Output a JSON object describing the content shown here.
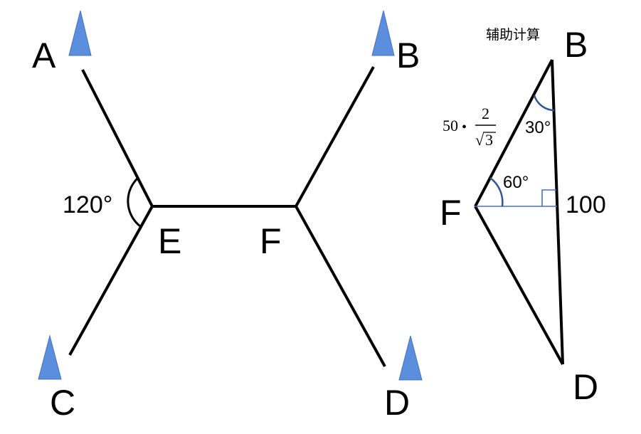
{
  "colors": {
    "line": "#000000",
    "marker": "#5b8fde",
    "helper": "#4472c4",
    "angle_arc": "#2f5597"
  },
  "icons": {
    "north_marker": "triangle-up"
  },
  "main_figure": {
    "points": {
      "A": "A",
      "B": "B",
      "C": "C",
      "D": "D",
      "E": "E",
      "F": "F"
    },
    "angle_label": "120°"
  },
  "aux_figure": {
    "title": "辅助计算",
    "points": {
      "B": "B",
      "F": "F",
      "D": "D"
    },
    "angle_30": "30°",
    "angle_60": "60°",
    "length_label": "100",
    "side_label": {
      "coef": "50",
      "dot": "•",
      "numerator": "2",
      "radical_sign": "√",
      "radicand": "3"
    }
  }
}
